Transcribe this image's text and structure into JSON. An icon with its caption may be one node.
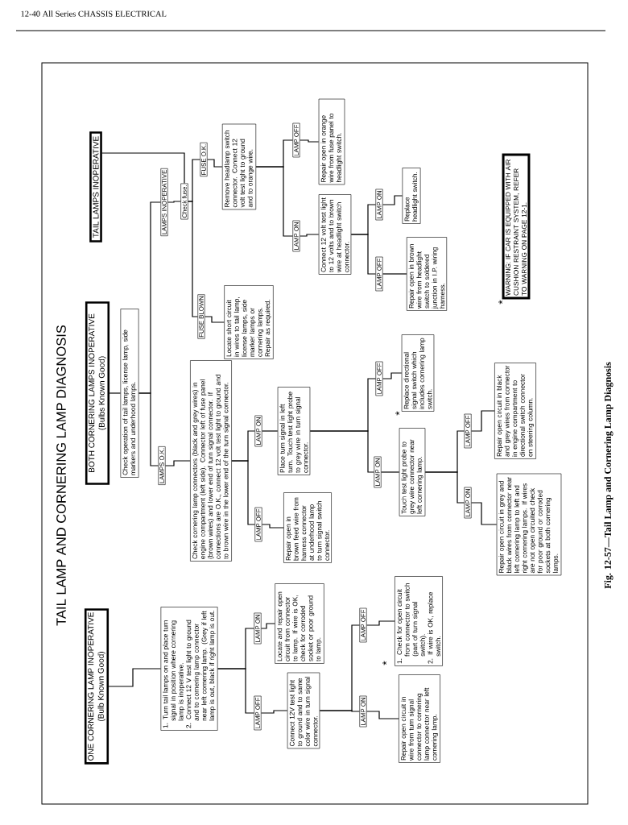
{
  "diagram": {
    "title": "TAIL LAMP AND CORNERING LAMP DIAGNOSIS",
    "caption": "Fig. 12-57—Tail Lamp and Cornering Lamp Diagnosis",
    "nodes": [
      {
        "text": [
          "ONE CORNERING LAMP INOPERATIVE",
          "(Bulb Known Good)"
        ]
      },
      {
        "text": [
          "1. Turn tail lamps on and place turn signal in position where cornering lamp is inoperative.",
          "2. Connect 12 V test light to ground and to cornering lamp connector near left cornering lamp. (Grey if left lamp is out, black if right lamp is out."
        ]
      },
      {
        "text": [
          "LAMP OFF"
        ]
      },
      {
        "text": [
          "LAMP ON"
        ]
      },
      {
        "text": [
          "Connect 12V test light to ground and to same color wire in turn signal connector."
        ]
      },
      {
        "text": [
          "Locate and repair open circuit from connector to lamp. If wire is OK, check for corroded socket or poor ground to lamp."
        ]
      },
      {
        "text": [
          "LAMP ON"
        ]
      },
      {
        "text": [
          "LAMP OFF"
        ]
      },
      {
        "text": [
          "Repair open circuit in wire from turn signal connector to cornering lamp connector near left cornering lamp."
        ]
      },
      {
        "text": [
          "1. Check for open circuit from connector to switch (part of turn signal switch).",
          "2. If wire is OK, replace switch."
        ],
        "beside": [
          "*"
        ]
      },
      {
        "text": [
          "BOTH CORNERING LAMPS INOPERATIVE",
          "(Bulbs Known Good)"
        ]
      },
      {
        "text": [
          "Check operation of tail lamps, license lamp, side markers and underhood lamps."
        ]
      },
      {
        "text": [
          "LAMPS O.K."
        ]
      },
      {
        "text": [
          "Check cornering lamp connectors (black and grey wires) in engine compartment (left side). Connector left of fuse panel (brown wires) and lower end of turn signal connector. If connections are O.K., connect 12 volt test light to ground and to brown wire in the lower end of the turn signal connector."
        ]
      },
      {
        "text": [
          "LAMP OFF"
        ]
      },
      {
        "text": [
          "LAMP ON"
        ]
      },
      {
        "text": [
          "Repair open in brown feed wire from harness connector at underhood lamp to turn signal switch connector."
        ]
      },
      {
        "text": [
          "Place turn signal in left turn. Touch test light probe to grey wire in turn signal connector."
        ]
      },
      {
        "text": [
          "LAMP ON"
        ]
      },
      {
        "text": [
          "LAMP OFF"
        ]
      },
      {
        "text": [
          "Touch test light probe to grey wire connector near left cornering lamp."
        ]
      },
      {
        "text": [
          "Replace directional signal switch which includes cornering lamp switch."
        ],
        "beside": [
          "*"
        ]
      },
      {
        "text": [
          "LAMP ON"
        ]
      },
      {
        "text": [
          "LAMP OFF"
        ]
      },
      {
        "text": [
          "Repair open circuit in grey and black wires from connector near left cornering lamp to left and right cornering lamps. If wires are not open circuited check for poor ground or corroded sockets at both cornering lamps."
        ]
      },
      {
        "text": [
          "Repair open circuit in black and grey wires from connector in engine compartment to directional switch connector on steering column."
        ]
      },
      {
        "text": [
          "TAIL LAMPS INOPERATIVE"
        ]
      },
      {
        "text": [
          "LAMPS INOPERATIVE"
        ]
      },
      {
        "text": [
          "Check fuse."
        ]
      },
      {
        "text": [
          "FUSE BLOWN"
        ]
      },
      {
        "text": [
          "FUSE O.K."
        ]
      },
      {
        "text": [
          "Locate short circuit in wires to tail lamp, license lamps, side marker lamps or cornering lamps. Repair as required."
        ]
      },
      {
        "text": [
          "Remove headlamp switch connector. Connect 12 volt test light to ground and to orange wire."
        ]
      },
      {
        "text": [
          "LAMP ON"
        ]
      },
      {
        "text": [
          "LAMP OFF"
        ]
      },
      {
        "text": [
          "Connect 12 volt test light to 12 volts and to brown wire at headlight switch connector."
        ]
      },
      {
        "text": [
          "Repair open in orange wire from fuse panel to headlight switch."
        ]
      },
      {
        "text": [
          "LAMP ON"
        ]
      },
      {
        "text": [
          "LAMP OFF"
        ]
      },
      {
        "text": [
          "Replace headlight switch."
        ]
      },
      {
        "text": [
          "Repair open in brown wire from headlight switch to soldered junction in I.P. wiring harness."
        ]
      },
      {
        "text": [
          "WARNING: IF CAR IS EQUIPPED WITH AIR CUSHION RESTRAINT SYSTEM, REFER TO WARNING ON PAGE 12-1."
        ],
        "beside": [
          "*"
        ]
      }
    ],
    "edges": [
      {
        "from": 0,
        "to": 1,
        "arrow": "none"
      },
      {
        "from": 1,
        "to": 2,
        "arrow": "none"
      },
      {
        "from": 1,
        "to": 3,
        "arrow": "none"
      },
      {
        "from": 2,
        "to": 4,
        "arrow": "none"
      },
      {
        "from": 3,
        "to": 5,
        "arrow": "none"
      },
      {
        "from": 4,
        "to": 6,
        "arrow": "none"
      },
      {
        "from": 4,
        "to": 7,
        "arrow": "none"
      },
      {
        "from": 6,
        "to": 8,
        "arrow": "none"
      },
      {
        "from": 7,
        "to": 9,
        "arrow": "none"
      },
      {
        "from": 10,
        "to": 11,
        "arrow": "none"
      },
      {
        "from": 11,
        "to": 12,
        "arrow": "none"
      },
      {
        "from": 11,
        "to": 27,
        "arrow": "none"
      },
      {
        "from": 12,
        "to": 13,
        "arrow": "none"
      },
      {
        "from": 13,
        "to": 14,
        "arrow": "none"
      },
      {
        "from": 13,
        "to": 15,
        "arrow": "none"
      },
      {
        "from": 14,
        "to": 16,
        "arrow": "none"
      },
      {
        "from": 15,
        "to": 17,
        "arrow": "none"
      },
      {
        "from": 17,
        "to": 18,
        "arrow": "none"
      },
      {
        "from": 17,
        "to": 19,
        "arrow": "none"
      },
      {
        "from": 18,
        "to": 20,
        "arrow": "none"
      },
      {
        "from": 19,
        "to": 21,
        "arrow": "none"
      },
      {
        "from": 20,
        "to": 22,
        "arrow": "none"
      },
      {
        "from": 20,
        "to": 23,
        "arrow": "none"
      },
      {
        "from": 22,
        "to": 24,
        "arrow": "none"
      },
      {
        "from": 23,
        "to": 25,
        "arrow": "none"
      },
      {
        "from": 26,
        "to": 28,
        "arrow": "none"
      },
      {
        "from": 27,
        "to": 28,
        "arrow": "none"
      },
      {
        "from": 28,
        "to": 29,
        "arrow": "none"
      },
      {
        "from": 28,
        "to": 30,
        "arrow": "none"
      },
      {
        "from": 29,
        "to": 31,
        "arrow": "none"
      },
      {
        "from": 30,
        "to": 32,
        "arrow": "none"
      },
      {
        "from": 32,
        "to": 33,
        "arrow": "none"
      },
      {
        "from": 32,
        "to": 34,
        "arrow": "none"
      },
      {
        "from": 33,
        "to": 35,
        "arrow": "none"
      },
      {
        "from": 34,
        "to": 36,
        "arrow": "none"
      },
      {
        "from": 35,
        "to": 37,
        "arrow": "none"
      },
      {
        "from": 35,
        "to": 38,
        "arrow": "none"
      },
      {
        "from": 37,
        "to": 39,
        "arrow": "none"
      },
      {
        "from": 38,
        "to": 40,
        "arrow": "none"
      }
    ],
    "labels": [
      "12-40 All Series CHASSIS ELECTRICAL"
    ]
  }
}
